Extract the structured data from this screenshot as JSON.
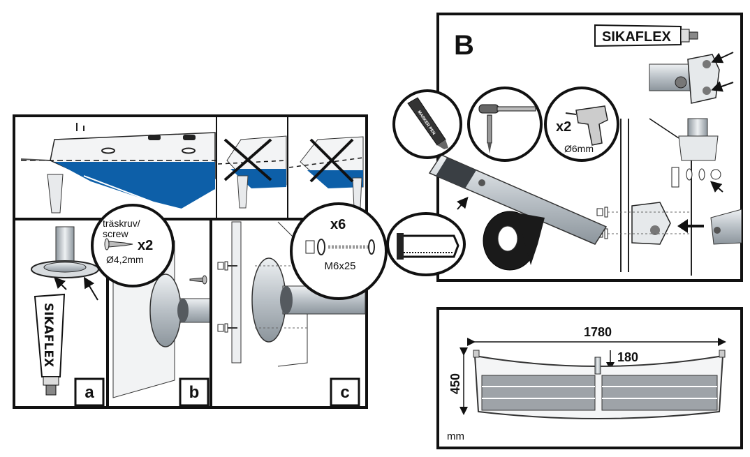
{
  "panel_a": {
    "letter": "a",
    "tube_label": "SIKAFLEX"
  },
  "panel_b": {
    "letter": "b",
    "screw_label_sv": "träskruv/",
    "screw_label_en": "screw",
    "screw_count": "x2",
    "screw_size": "Ø4,2mm"
  },
  "panel_c": {
    "letter": "c",
    "bolt_count": "x6",
    "bolt_size": "M6x25"
  },
  "panel_B": {
    "letter": "B",
    "tube_label": "SIKAFLEX",
    "drill_count": "x2",
    "drill_size": "Ø6mm",
    "marker_text": "MARKER PEN"
  },
  "dimensions": {
    "width": "1780",
    "depth": "180",
    "height": "450",
    "unit": "mm"
  },
  "colors": {
    "hull_blue": "#0d5fa8",
    "outline": "#1a1a1a",
    "metal": "#bfc5ca",
    "gasket": "#555a5f"
  },
  "icons": [
    "screw-icon",
    "marker-pen-icon",
    "hammer-punch-icon",
    "drill-icon",
    "hacksaw-icon",
    "tape-roll-icon",
    "nut-icon",
    "washer-icon",
    "bolt-icon",
    "arrow-icon"
  ]
}
